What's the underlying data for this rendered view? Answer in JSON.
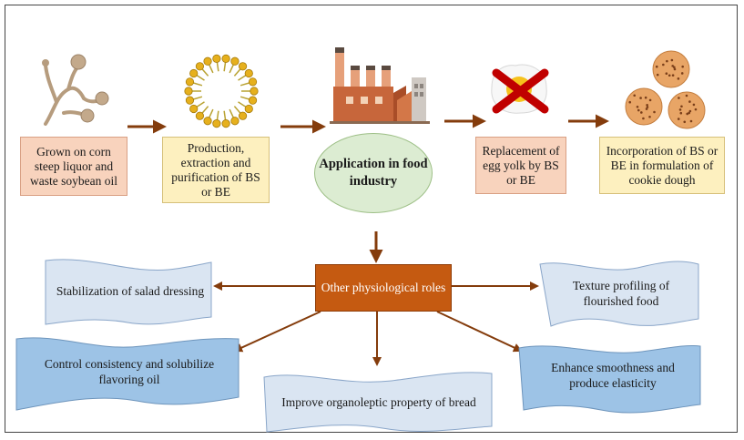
{
  "top_row": {
    "step1": "Grown on  corn steep liquor and waste soybean oil",
    "step2": "Production, extraction and purification of BS or BE",
    "center": "Application in food industry",
    "step4": "Replacement of egg yolk by BS or BE",
    "step5": "Incorporation of BS or BE  in formulation of cookie dough"
  },
  "hub": "Other physiological roles",
  "roles": {
    "salad": "Stabilization of salad dressing",
    "texture": "Texture profiling of flourished food",
    "consistency": "Control consistency and solubilize flavoring oil",
    "organoleptic": "Improve organoleptic property of bread",
    "smoothness": "Enhance smoothness and produce elasticity"
  },
  "colors": {
    "arrow": "#843c0c",
    "orange_box": "#f8d3bd",
    "yellow_box": "#fdf0bf",
    "green_ellipse": "#dcecd2",
    "hub": "#c55a11",
    "banner_light": "#dae5f2",
    "banner_dark": "#9dc3e6"
  },
  "icons": [
    "fungus-icon",
    "micelle-icon",
    "factory-icon",
    "crossed-egg-icon",
    "cookies-icon"
  ]
}
